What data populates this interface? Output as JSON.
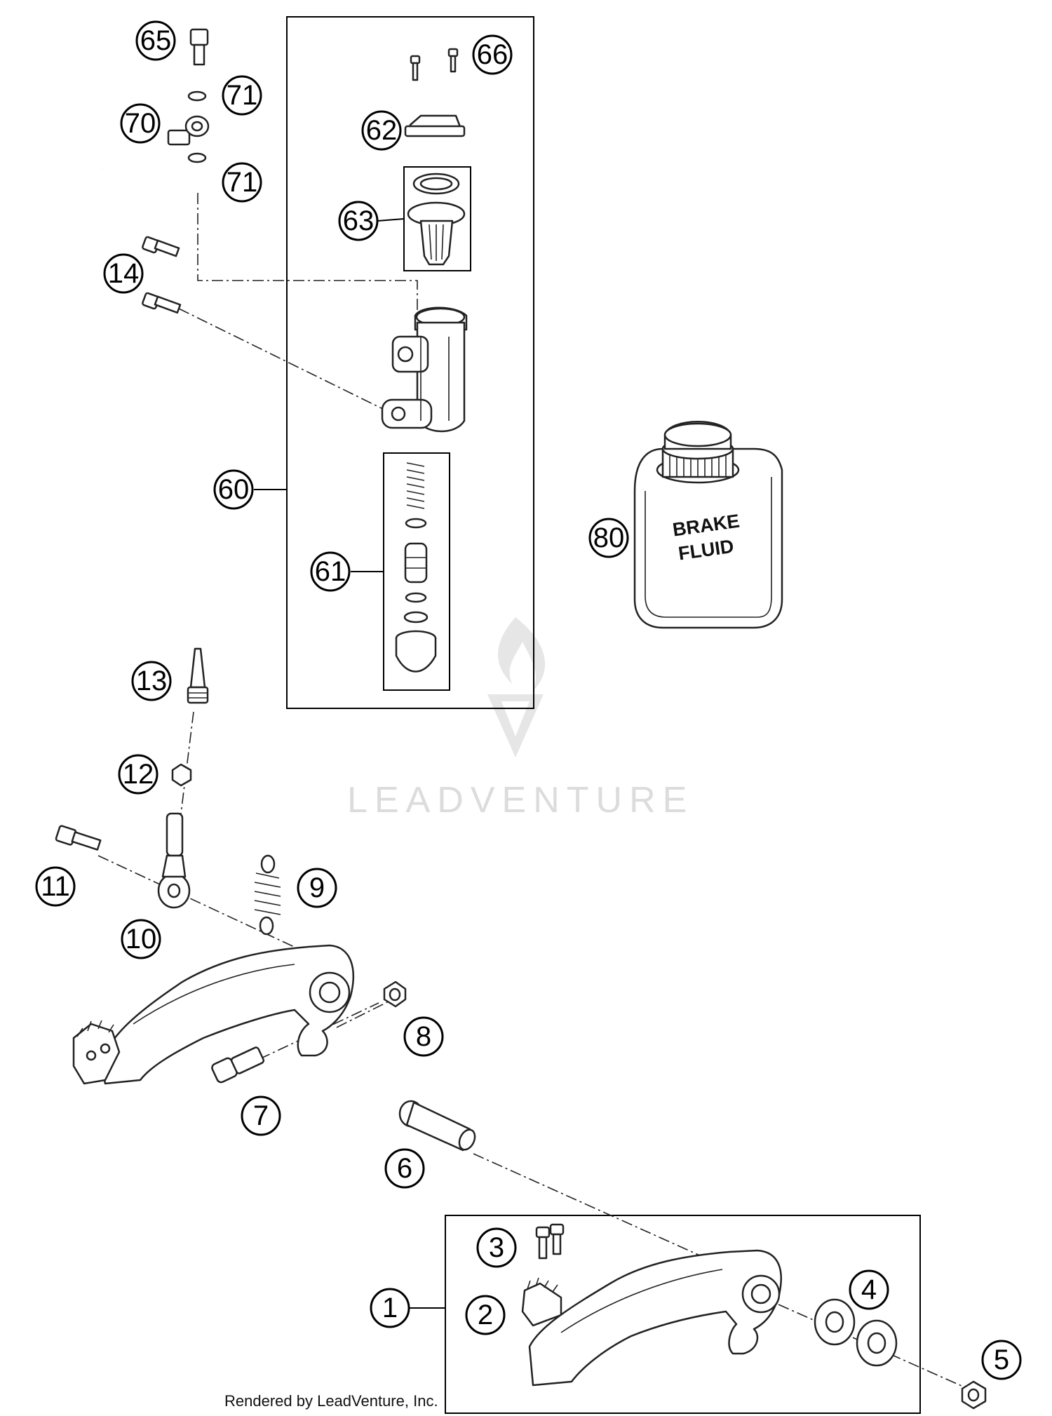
{
  "callouts": {
    "c65": "65",
    "c66": "66",
    "c71a": "71",
    "c70": "70",
    "c71b": "71",
    "c62": "62",
    "c63": "63",
    "c14": "14",
    "c60": "60",
    "c61": "61",
    "c80": "80",
    "c13": "13",
    "c12": "12",
    "c11": "11",
    "c9": "9",
    "c10": "10",
    "c8": "8",
    "c7": "7",
    "c6": "6",
    "c3": "3",
    "c1": "1",
    "c2": "2",
    "c4": "4",
    "c5": "5"
  },
  "container_label": {
    "line1": "BRAKE",
    "line2": "FLUID"
  },
  "watermark": "LEADVENTURE",
  "credit": "Rendered by LeadVenture, Inc."
}
